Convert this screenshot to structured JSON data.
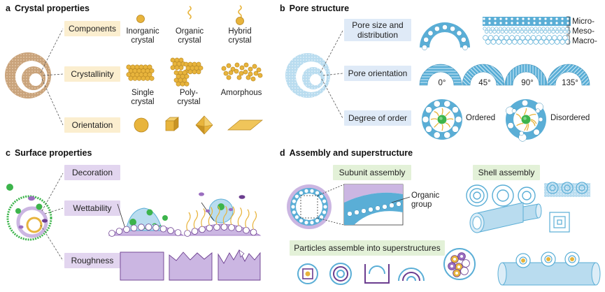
{
  "panels": {
    "a": {
      "letter": "a",
      "title": "Crystal properties",
      "tags": [
        "Components",
        "Crystallinity",
        "Orientation"
      ],
      "components": [
        "Inorganic\ncrystal",
        "Organic\ncrystal",
        "Hybrid\ncrystal"
      ],
      "crystallinity": [
        "Single\ncrystal",
        "Poly-\ncrystal",
        "Amorphous"
      ]
    },
    "b": {
      "letter": "b",
      "title": "Pore structure",
      "tags": [
        "Pore size and\ndistribution",
        "Pore orientation",
        "Degree of order"
      ],
      "pore_sizes": [
        "Micro-",
        "Meso-",
        "Macro-"
      ],
      "angles": [
        "0°",
        "45°",
        "90°",
        "135°"
      ],
      "order": [
        "Ordered",
        "Disordered"
      ]
    },
    "c": {
      "letter": "c",
      "title": "Surface properties",
      "tags": [
        "Decoration",
        "Wettability",
        "Roughness"
      ]
    },
    "d": {
      "letter": "d",
      "title": "Assembly and superstructure",
      "tags": [
        "Subunit assembly",
        "Shell assembly",
        "Particles assemble into superstructures"
      ],
      "organic_group": "Organic\ngroup"
    }
  },
  "colors": {
    "gold": "#e8b43c",
    "gold_dark": "#b7861f",
    "tan": "#c9a37b",
    "blue": "#5aaed6",
    "blue_light": "#b9dcef",
    "purple": "#9b6ec0",
    "purple_dark": "#6b3d8f",
    "green": "#3cb44b",
    "lavender": "#cbb6e2"
  }
}
